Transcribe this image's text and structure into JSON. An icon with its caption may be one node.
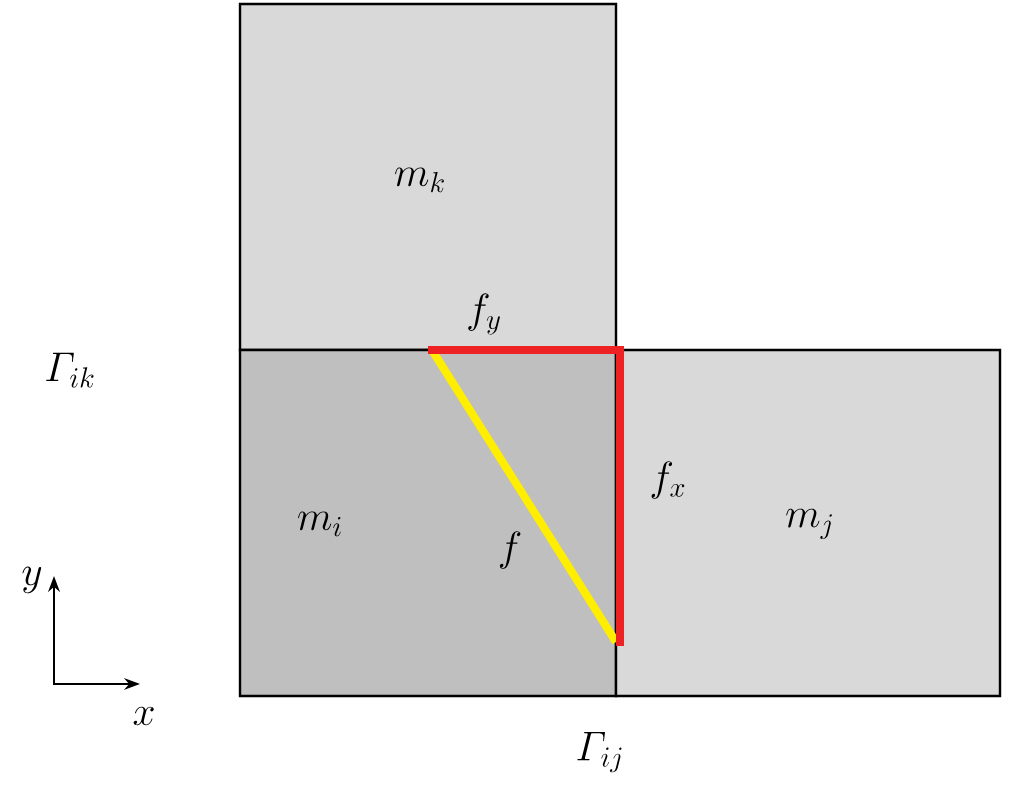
{
  "diagram": {
    "nodes": [
      {
        "text": [
          "m_k"
        ]
      },
      {
        "text": [
          "m_i"
        ]
      },
      {
        "text": [
          "m_j"
        ]
      }
    ],
    "labels": [
      "\\varGamma_{ik}",
      "f_y",
      "f_x",
      "f",
      "y",
      "x",
      "\\varGamma_{ij}"
    ]
  }
}
